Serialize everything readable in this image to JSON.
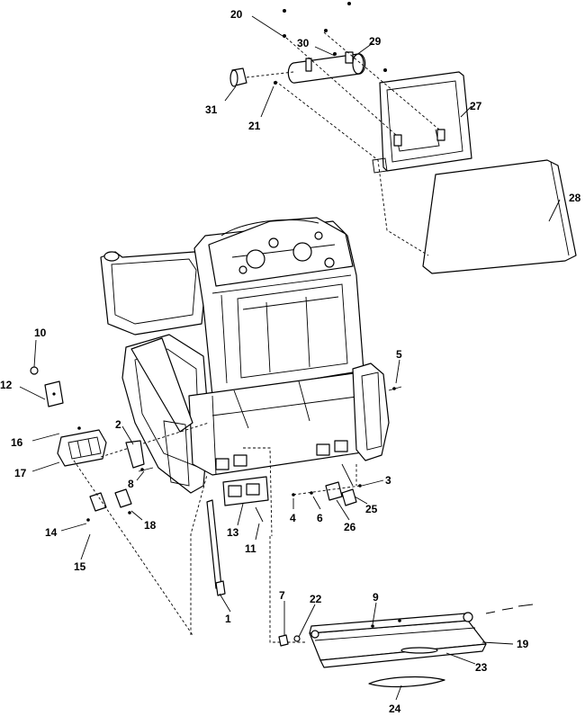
{
  "diagram": {
    "callouts": [
      "1",
      "2",
      "3",
      "4",
      "5",
      "6",
      "7",
      "8",
      "9",
      "10",
      "11",
      "12",
      "13",
      "14",
      "15",
      "16",
      "17",
      "18",
      "19",
      "20",
      "21",
      "22",
      "23",
      "24",
      "25",
      "26",
      "27",
      "28",
      "29",
      "30",
      "31"
    ]
  }
}
